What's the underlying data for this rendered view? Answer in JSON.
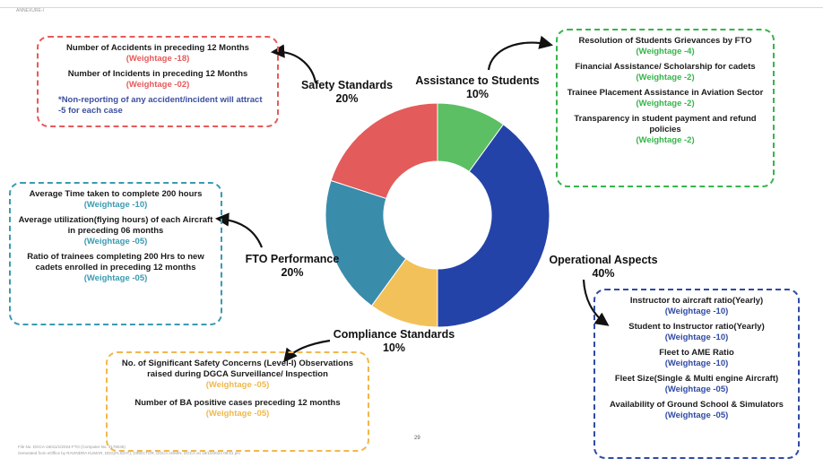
{
  "header_label": "ANNEXURE-I",
  "page_number": "29",
  "footer": [
    "File No. DGCA-16011/1/2024-FTO (Computer No. 3178046)",
    "Generated from eOffice by RAVINDRA KUMAR, DDG(FLIGHT), DIRECTOR, DGCA ADMIN, DGCA on 18/10/2024 08:51 pm"
  ],
  "labels": {
    "safety_pct": "20%",
    "assistance_pct": "10%",
    "operational_pct": "40%",
    "compliance_pct": "10%",
    "fto_pct": "20%"
  },
  "colors": {
    "safety": "#e35b5b",
    "assistance": "#5cbf63",
    "operational": "#2443a8",
    "compliance": "#f3c15a",
    "fto": "#3a8cab",
    "safety_box": "#e65a5a",
    "assistance_box": "#36b54a",
    "fto_box": "#3a9bb0",
    "compliance_box": "#f1b84b",
    "operational_box": "#2f4aa4",
    "text_dark": "#1b1b1b",
    "note_blue": "#3c4fa0"
  },
  "chart_data": {
    "type": "pie",
    "donut": true,
    "categories": [
      "Safety Standards",
      "Assistance to Students",
      "Operational Aspects",
      "Compliance Standards",
      "FTO Performance"
    ],
    "values": [
      20,
      10,
      40,
      10,
      20
    ],
    "order_clockwise_from_top": [
      "Assistance to Students",
      "Operational Aspects",
      "Compliance Standards",
      "FTO Performance",
      "Safety Standards"
    ],
    "slice_colors": [
      "#e35b5b",
      "#5cbf63",
      "#2443a8",
      "#f3c15a",
      "#3a8cab"
    ],
    "title": "",
    "legend": "none"
  },
  "boxes": {
    "safety": {
      "items": [
        {
          "text": "Number of Accidents in preceding 12 Months",
          "weight": "(Weightage -18)"
        },
        {
          "text": "Number of Incidents in preceding 12 Months",
          "weight": "(Weightage -02)"
        }
      ],
      "note": "*Non-reporting of any accident/incident will attract -5 for each case"
    },
    "assistance": {
      "items": [
        {
          "text": "Resolution of Students Grievances by FTO",
          "weight": "(Weightage -4)"
        },
        {
          "text": "Financial Assistance/ Scholarship for cadets",
          "weight": "(Weightage -2)"
        },
        {
          "text": "Trainee Placement Assistance in Aviation Sector",
          "weight": "(Weightage -2)"
        },
        {
          "text": "Transparency in student payment and refund policies",
          "weight": "(Weightage -2)"
        }
      ]
    },
    "fto": {
      "items": [
        {
          "text": "Average Time taken to complete 200 hours",
          "weight": "(Weightage -10)"
        },
        {
          "text": "Average utilization(flying hours) of each Aircraft in preceding 06 months",
          "weight": "(Weightage -05)"
        },
        {
          "text": "Ratio of trainees completing 200 Hrs to new cadets enrolled in preceding 12 months",
          "weight": "(Weightage -05)"
        }
      ]
    },
    "compliance": {
      "items": [
        {
          "text": "No. of Significant Safety Concerns (Level-I) Observations raised during DGCA Surveillance/ Inspection",
          "weight": "(Weightage -05)"
        },
        {
          "text": "Number of BA positive cases preceding 12 months",
          "weight": "(Weightage -05)"
        }
      ]
    },
    "operational": {
      "items": [
        {
          "text": "Instructor to aircraft ratio(Yearly)",
          "weight": "(Weightage -10)"
        },
        {
          "text": "Student to Instructor ratio(Yearly)",
          "weight": "(Weightage -10)"
        },
        {
          "text": "Fleet to AME Ratio",
          "weight": "(Weightage -10)"
        },
        {
          "text": "Fleet Size(Single & Multi engine Aircraft)",
          "weight": "(Weightage -05)"
        },
        {
          "text": "Availability of Ground School & Simulators",
          "weight": "(Weightage -05)"
        }
      ]
    }
  }
}
